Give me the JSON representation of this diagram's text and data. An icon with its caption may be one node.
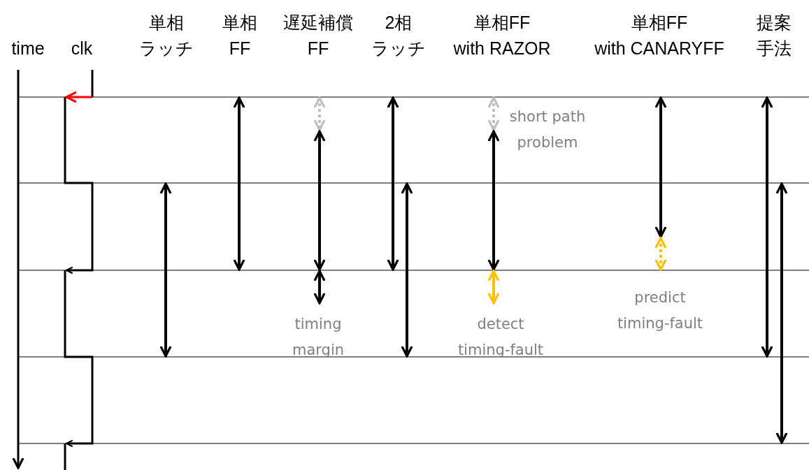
{
  "diagram": {
    "labels": [
      "time",
      "clk",
      "単相ラッチ",
      "単相FF",
      "遅延補償FF",
      "2相ラッチ",
      "単相FF with RAZOR",
      "単相FF with CANARYFF",
      "提案手法",
      "short path problem",
      "predict timing-fault",
      "timing margin",
      "detect timing-fault"
    ]
  }
}
